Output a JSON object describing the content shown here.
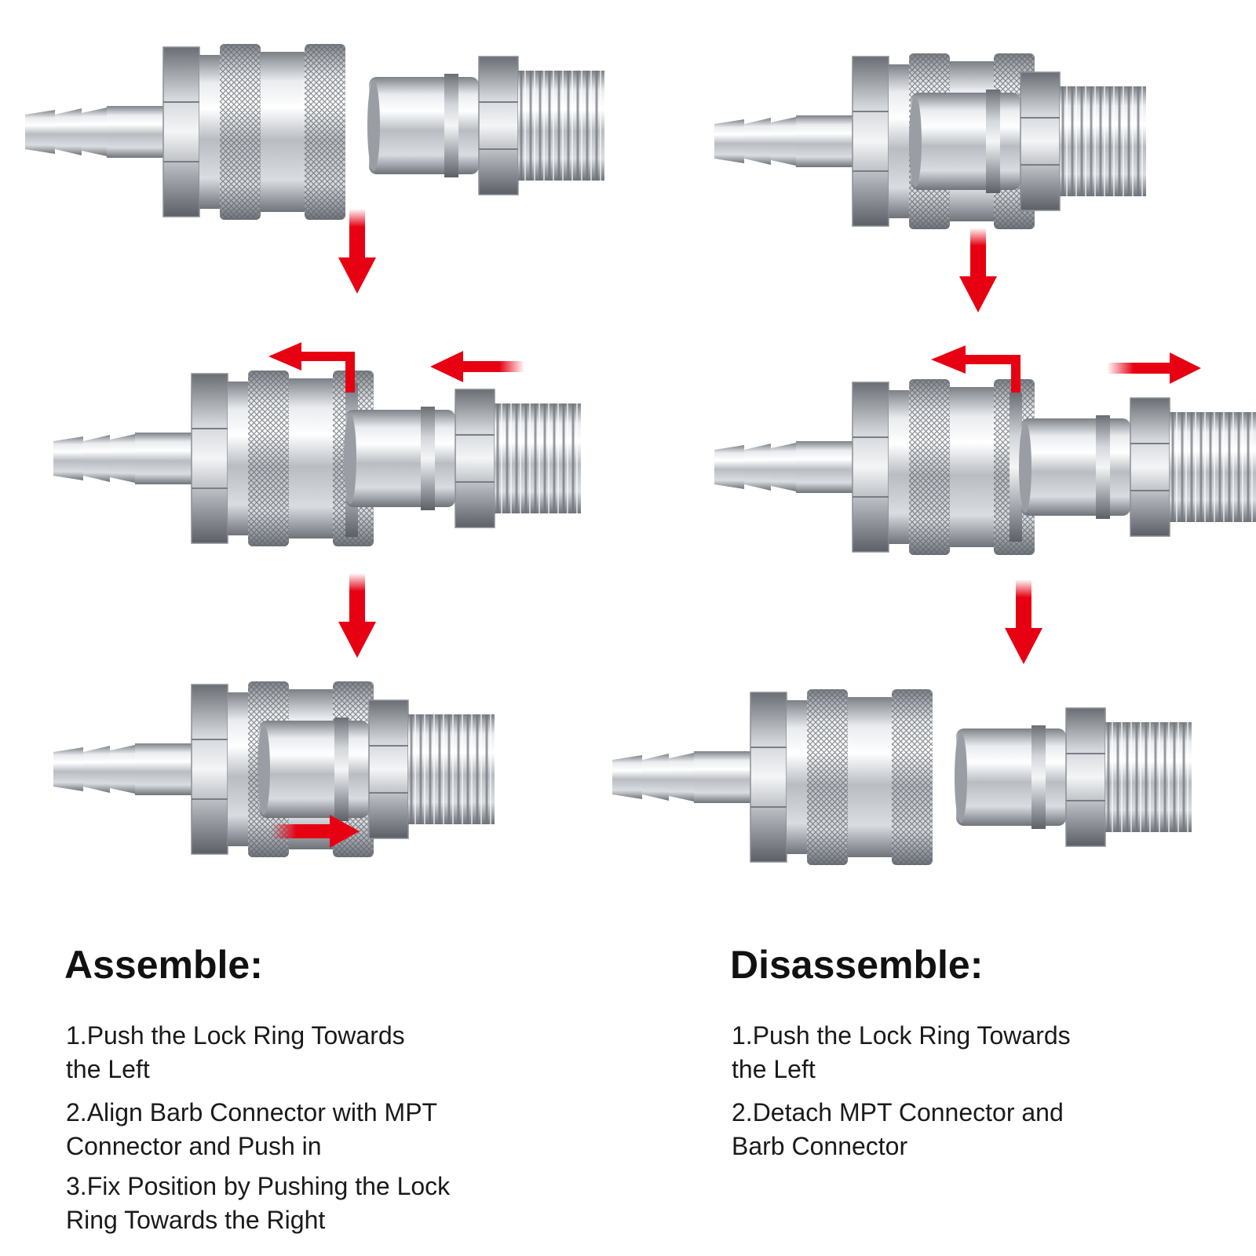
{
  "assemble": {
    "title": "Assemble:",
    "steps": [
      "1.Push the Lock Ring Towards\nthe Left",
      "2.Align Barb Connector with MPT\nConnector and Push in",
      "3.Fix Position by Pushing the Lock\nRing Towards the Right"
    ]
  },
  "disassemble": {
    "title": "Disassemble:",
    "steps": [
      "1.Push the Lock Ring Towards\nthe Left",
      "2.Detach MPT Connector and\nBarb Connector"
    ]
  },
  "colors": {
    "arrow": "#e60012",
    "metal": "#c9ccd0",
    "text": "#111111"
  }
}
